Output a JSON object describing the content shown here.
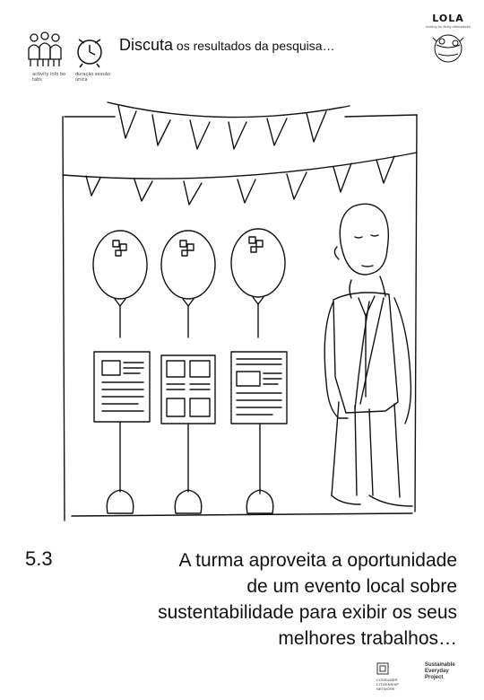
{
  "header": {
    "icon_activity": "people-group-icon",
    "icon_time": "alarm-clock-icon",
    "activity_label": "activity info bo tabs",
    "time_label": "duração sessão única",
    "title_big": "Discuta",
    "title_small": " os resultados da pesquisa…"
  },
  "logo": {
    "name": "LOLA",
    "tagline": "looking for likely alternatives",
    "icon": "globe-doodle-icon"
  },
  "illustration": {
    "description_icon": "exhibition-scene-illustration",
    "balloon_icon": "balloon-icon",
    "poster_icon": "poster-icon",
    "bunting_icon": "bunting-flags-icon",
    "person_icon": "student-with-sash-icon"
  },
  "step": {
    "number": "5.3"
  },
  "caption": {
    "line1": "A turma aproveita a oportunidade",
    "line2": "de um evento local sobre",
    "line3": "sustentabilidade para exibir os seus",
    "line4": "melhores trabalhos…"
  },
  "footer": {
    "partner_logo_icon": "partner-logo-icon",
    "partner_text": "CONSUMER CITIZENSHIP NETWORK",
    "project_line1": "Sustainable",
    "project_line2": "Everyday",
    "project_line3": "Project"
  }
}
